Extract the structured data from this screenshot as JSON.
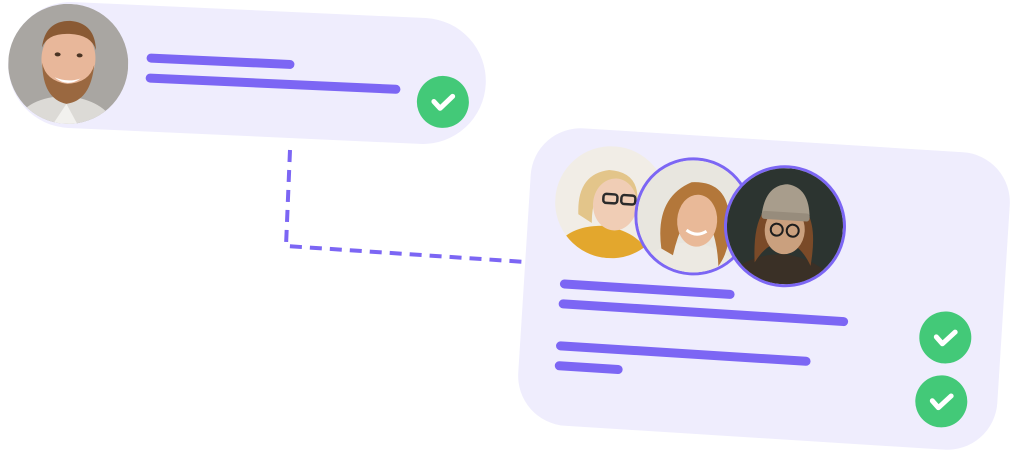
{
  "colors": {
    "card_background": "#efedfd",
    "line_accent": "#7c66f4",
    "check_green": "#43c978",
    "avatar_ring": "#7c66f4"
  },
  "single_card": {
    "avatar": "bearded-man-avatar",
    "status_icon": "check-icon",
    "text_lines": 2
  },
  "group_card": {
    "avatars": [
      "woman-glasses-avatar",
      "woman-smiling-avatar",
      "man-beanie-avatar"
    ],
    "status_icons": [
      "check-icon",
      "check-icon"
    ],
    "text_lines": 4
  },
  "connector": {
    "style": "dashed"
  }
}
